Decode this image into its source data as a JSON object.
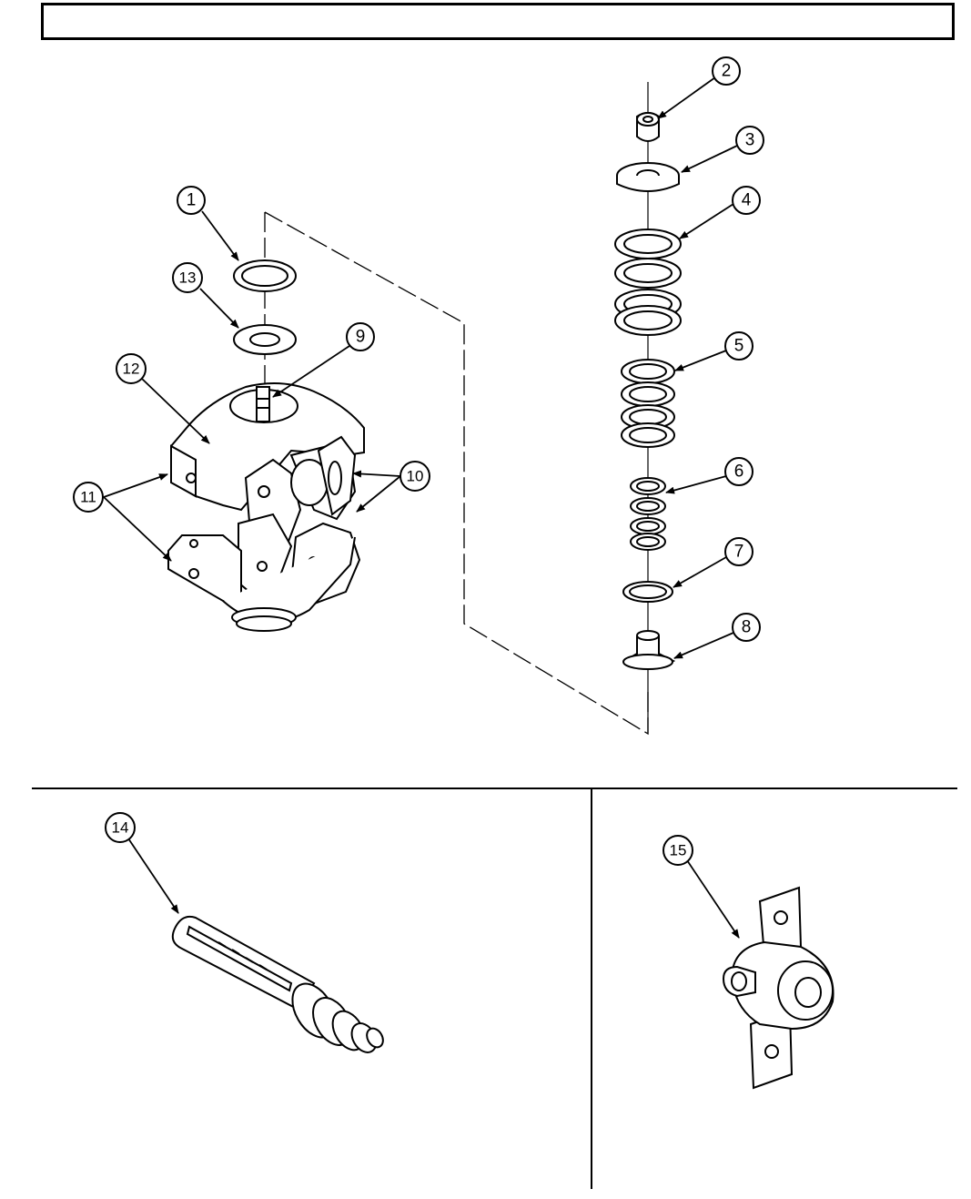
{
  "header": {
    "title": ""
  },
  "callouts": [
    "1",
    "2",
    "3",
    "4",
    "5",
    "6",
    "7",
    "8",
    "9",
    "10",
    "11",
    "12",
    "13",
    "14",
    "15"
  ],
  "colors": {
    "ink": "#000000",
    "paper": "#ffffff"
  }
}
